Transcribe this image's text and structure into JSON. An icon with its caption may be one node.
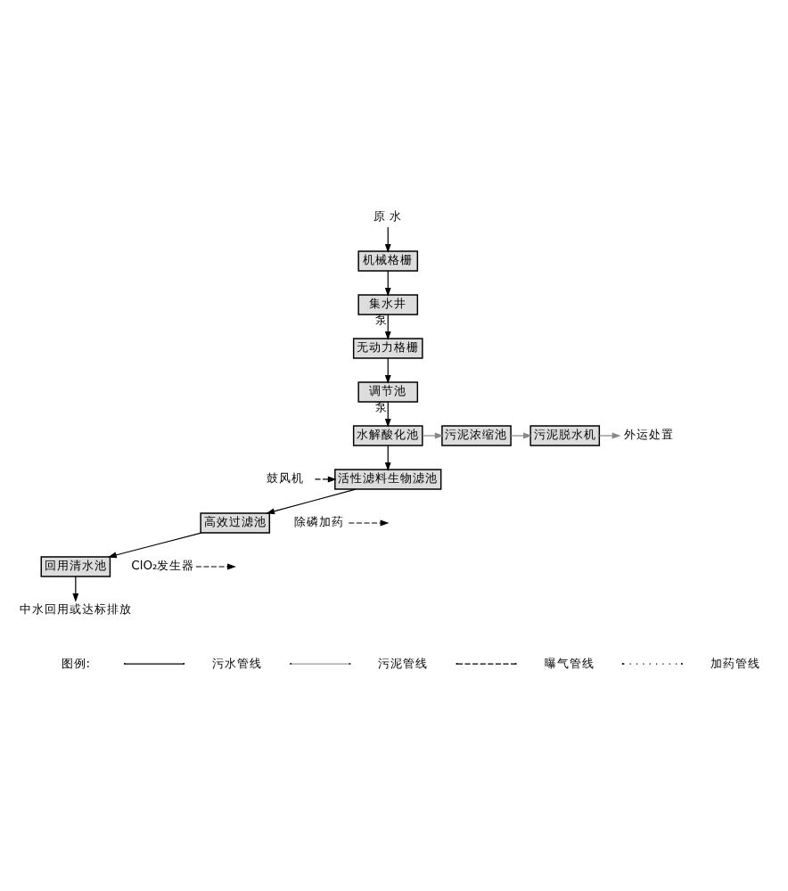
{
  "diagram": {
    "nodes": [
      {
        "text": [
          "原 水"
        ]
      },
      {
        "text": [
          "机械格栅"
        ]
      },
      {
        "text": [
          "集水井"
        ]
      },
      {
        "text": [
          "无动力格栅"
        ]
      },
      {
        "text": [
          "调节池"
        ]
      },
      {
        "text": [
          "水解酸化池"
        ]
      },
      {
        "text": [
          "污泥浓缩池"
        ]
      },
      {
        "text": [
          "污泥脱水机"
        ]
      },
      {
        "text": [
          "外运处置"
        ]
      },
      {
        "text": [
          "鼓风机"
        ]
      },
      {
        "text": [
          "活性滤料生物滤池"
        ]
      },
      {
        "text": [
          "除磷加药"
        ]
      },
      {
        "text": [
          "高效过滤池"
        ]
      },
      {
        "text": [
          "ClO₂发生器"
        ]
      },
      {
        "text": [
          "回用清水池"
        ]
      },
      {
        "text": [
          "中水回用或达标排放"
        ]
      }
    ],
    "edges": [
      {
        "from": 0,
        "to": 1,
        "arrow": "to"
      },
      {
        "from": 1,
        "to": 2,
        "arrow": "to"
      },
      {
        "from": 2,
        "to": 3,
        "arrow": "to",
        "label": "泵"
      },
      {
        "from": 3,
        "to": 4,
        "arrow": "to"
      },
      {
        "from": 4,
        "to": 5,
        "arrow": "to",
        "label": "泵"
      },
      {
        "from": 5,
        "to": 6,
        "arrow": "to",
        "color": "#888888"
      },
      {
        "from": 6,
        "to": 7,
        "arrow": "to",
        "color": "#888888"
      },
      {
        "from": 7,
        "to": 8,
        "arrow": "to",
        "color": "#888888"
      },
      {
        "from": 5,
        "to": 10,
        "arrow": "to"
      },
      {
        "from": 9,
        "to": 10,
        "arrow": "to",
        "style": "dashed"
      },
      {
        "from": 11,
        "to": null,
        "arrow": "to",
        "style": "dashed"
      },
      {
        "from": 10,
        "to": 12,
        "arrow": "to"
      },
      {
        "from": 13,
        "to": null,
        "arrow": "to",
        "style": "dashed"
      },
      {
        "from": 12,
        "to": 14,
        "arrow": "to"
      },
      {
        "from": 14,
        "to": 15,
        "arrow": "to"
      }
    ],
    "labels": [
      "图例:"
    ],
    "legend": [
      {
        "text": "污水管线"
      },
      {
        "text": "污泥管线"
      },
      {
        "text": "曝气管线"
      },
      {
        "text": "加药管线"
      }
    ]
  }
}
